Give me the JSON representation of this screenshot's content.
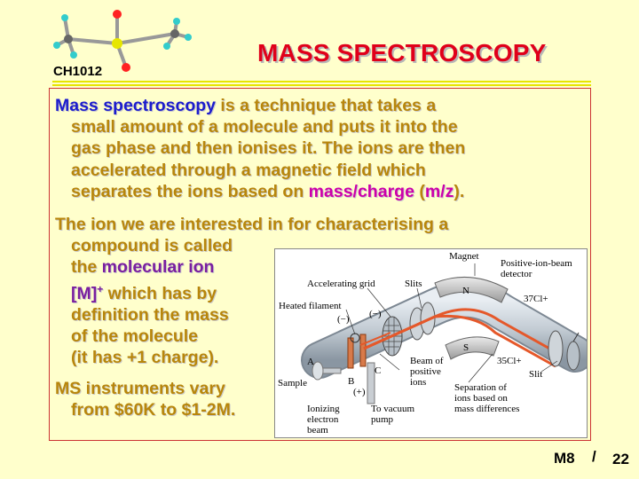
{
  "header": {
    "course_code": "CH1012",
    "title": "MASS SPECTROSCOPY"
  },
  "body": {
    "p1": {
      "term": "Mass spectroscopy",
      "l1_rest": " is a technique that takes a",
      "l2": "small amount of a molecule and puts it into the",
      "l3": "gas phase and then ionises it. The ions are then",
      "l4": "accelerated through a magnetic field which",
      "l5_pre": "separates the ions based on ",
      "l5_term": "mass/charge",
      "l5_mid": " (",
      "l5_abbr": "m/z",
      "l5_end": ")."
    },
    "p2": {
      "l1": "The ion we are interested in for characterising a",
      "l2": "compound is called",
      "l3_pre": "the ",
      "l3_term": "molecular ion",
      "l4_term": "[M]",
      "l4_sup": "+",
      "l4_rest": " which has by",
      "l5": "definition the mass",
      "l6": "of the molecule",
      "l7": "(it has +1 charge)."
    },
    "p3": {
      "l1": "MS instruments vary",
      "l2": "from $60K to $1-2M."
    }
  },
  "figure": {
    "magnet": "Magnet",
    "detector_1": "Positive-ion-beam",
    "detector_2": "detector",
    "accel_grid": "Accelerating grid",
    "slits": "Slits",
    "n_pole": "N",
    "cl37": "37Cl+",
    "heated_filament": "Heated filament",
    "neg1": "(−)",
    "neg2": "(−)",
    "label_a": "A",
    "label_b": "B",
    "label_c": "C",
    "sample": "Sample",
    "beam_1": "Beam of",
    "beam_2": "positive",
    "beam_3": "ions",
    "s_pole": "S",
    "cl35": "35Cl+",
    "slit": "Slit",
    "pos": "(+)",
    "sep_1": "Separation of",
    "sep_2": "ions based on",
    "sep_3": "mass differences",
    "ion_1": "Ionizing",
    "ion_2": "electron",
    "ion_3": "beam",
    "vac_1": "To vacuum",
    "vac_2": "pump"
  },
  "footer": {
    "code": "M8",
    "separator": "/",
    "page": "22"
  },
  "colors": {
    "background": "#ffffcc",
    "title": "#e0001a",
    "body_text": "#b8860b",
    "term_blue": "#1c1ccc",
    "term_magenta": "#cc00aa",
    "term_violet": "#7a1fa0"
  },
  "icons": {
    "logo": "molecule-model-icon"
  }
}
